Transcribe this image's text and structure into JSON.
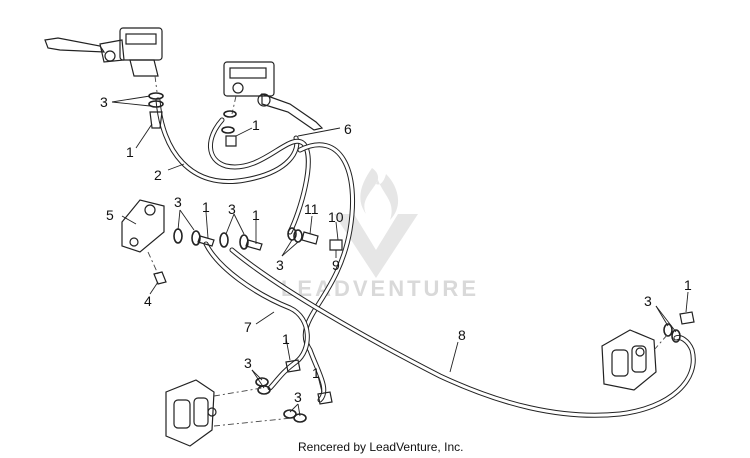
{
  "diagram": {
    "callouts": [
      "1",
      "2",
      "3",
      "4",
      "5",
      "6",
      "7",
      "8",
      "9",
      "10",
      "11"
    ],
    "watermark": "LEADVENTURE",
    "footer": "Rencered by LeadVenture, Inc."
  }
}
